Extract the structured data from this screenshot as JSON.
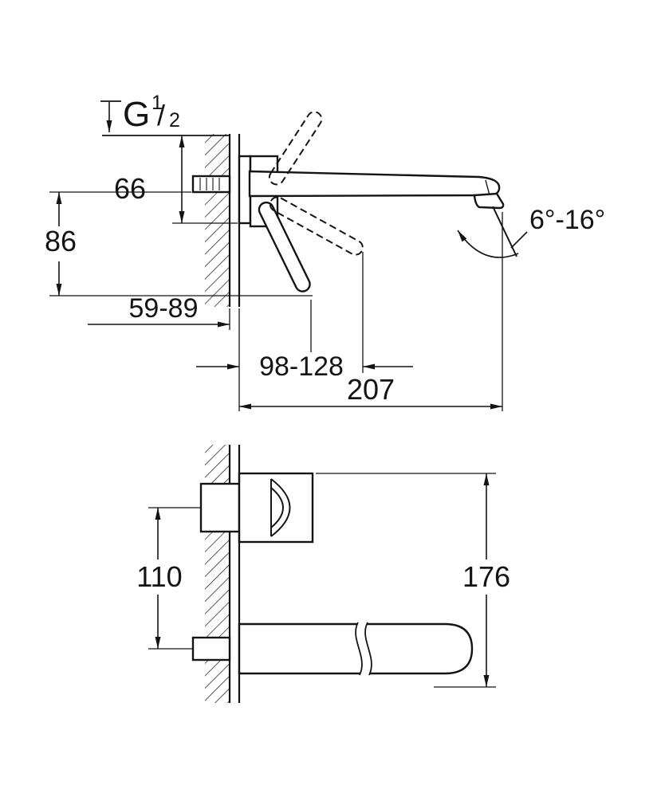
{
  "drawing": {
    "background": "#ffffff",
    "line_color": "#141414",
    "thread_label": {
      "prefix": "G",
      "numerator": "1",
      "slash": "/",
      "denominator": "2"
    },
    "side_view": {
      "dims": {
        "offset_66": "66",
        "height_86": "86",
        "depth_range": "59-89",
        "handle_range": "98-128",
        "spout_reach": "207",
        "aerator_angle": "6°-16°"
      }
    },
    "front_view": {
      "dims": {
        "center_distance": "110",
        "overall_height": "176"
      }
    }
  }
}
